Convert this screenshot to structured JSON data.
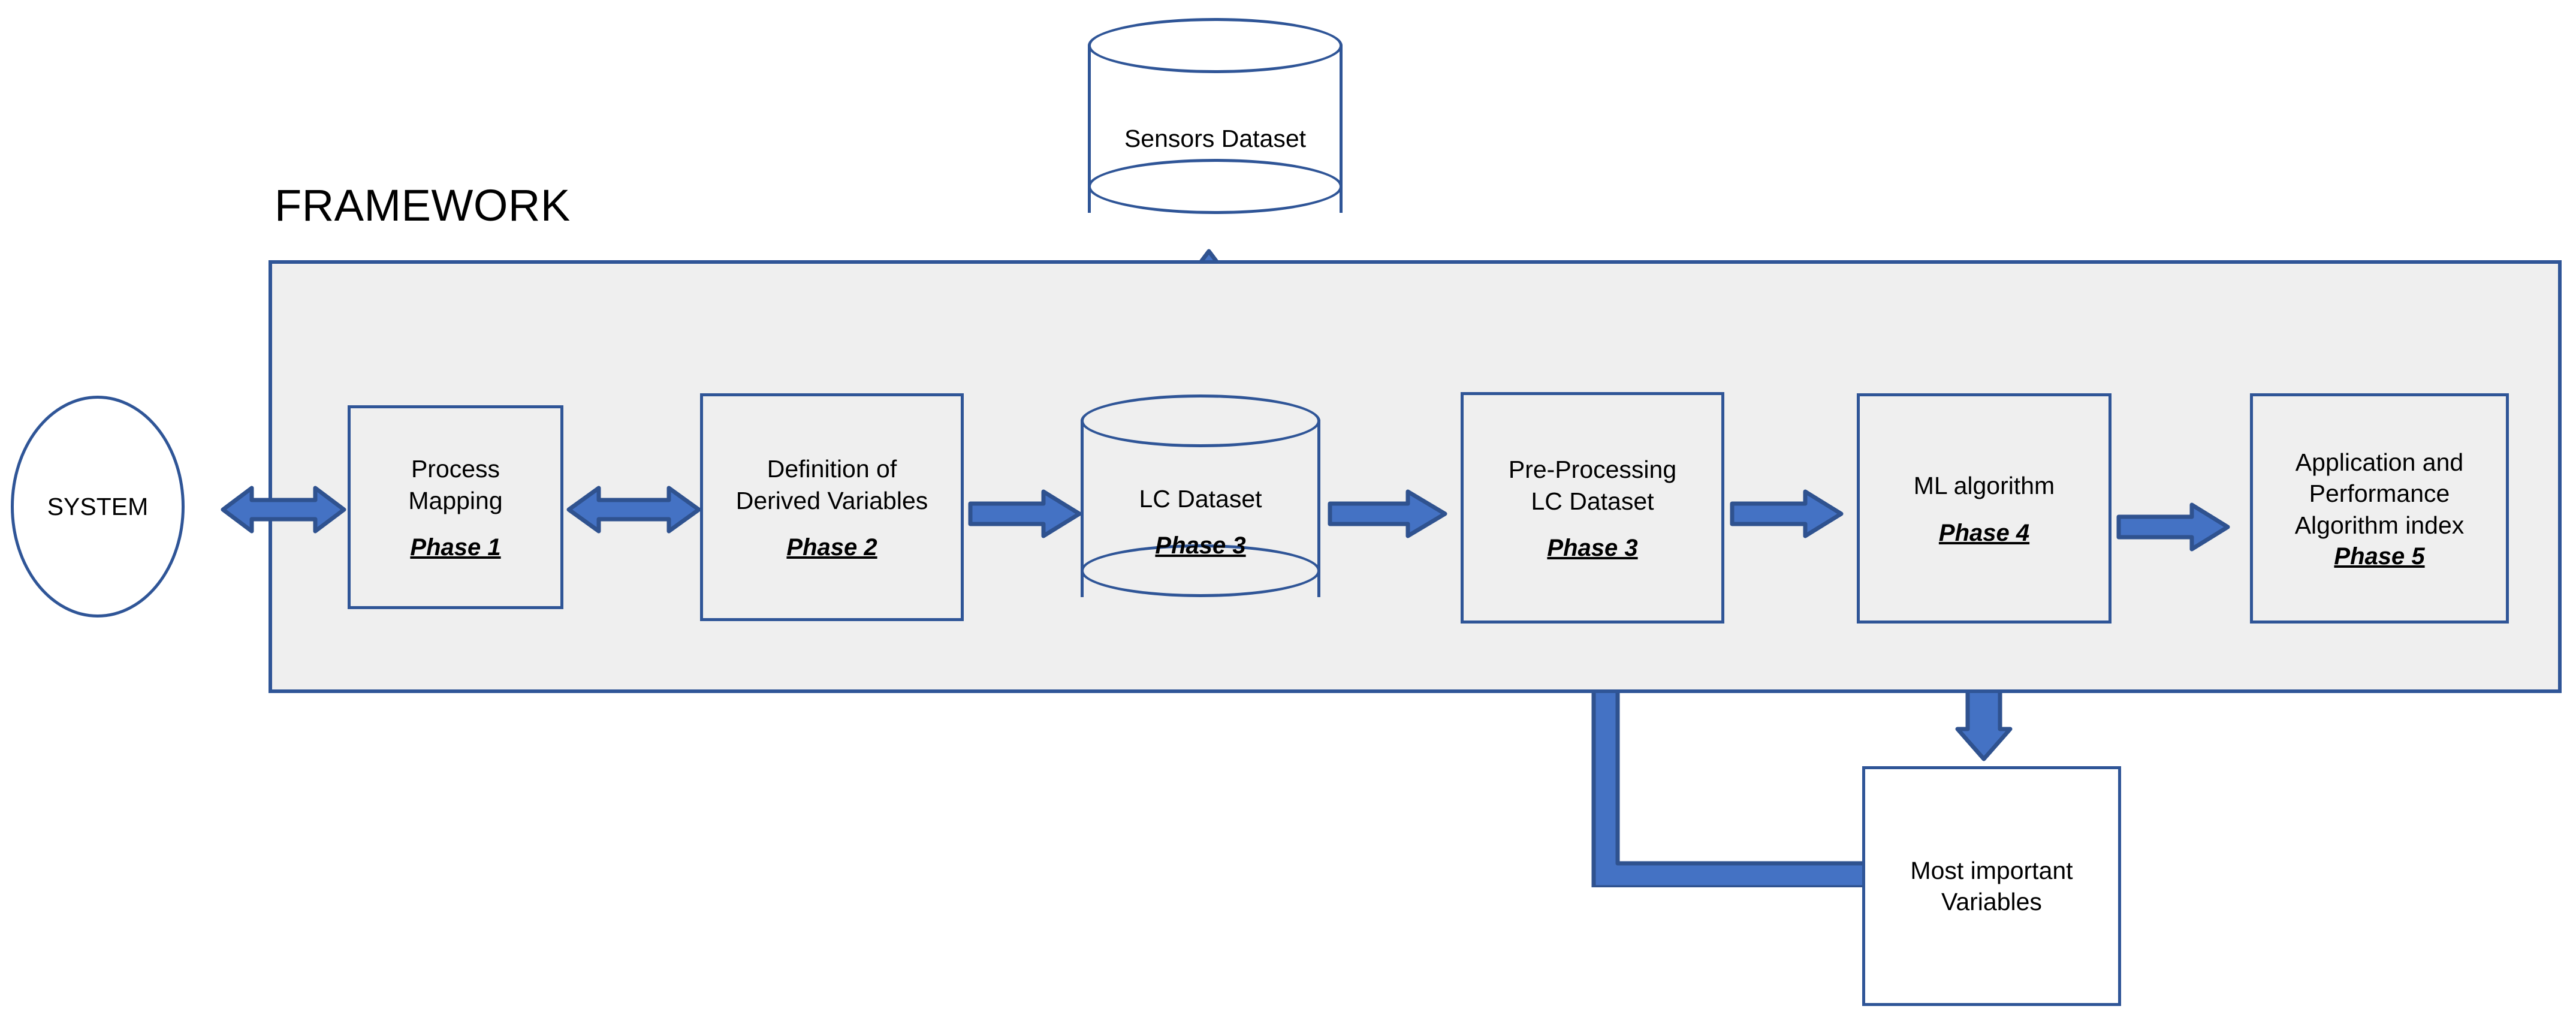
{
  "diagram": {
    "title": "FRAMEWORK",
    "colors": {
      "node_border": "#2f5597",
      "framework_fill": "#efefef",
      "arrow_fill": "#4472c4",
      "arrow_stroke": "#2f528f",
      "page_background": "#ffffff"
    }
  },
  "nodes": {
    "system": {
      "label": "SYSTEM",
      "shape": "ellipse"
    },
    "sensors_dataset": {
      "label": "Sensors Dataset",
      "shape": "cylinder",
      "phase": ""
    },
    "process_mapping": {
      "label": "Process\nMapping",
      "phase": "Phase 1",
      "shape": "rectangle"
    },
    "derived_variables": {
      "label": "Definition of\nDerived  Variables",
      "phase": "Phase 2",
      "shape": "rectangle"
    },
    "lc_dataset": {
      "label": "LC Dataset",
      "phase": "Phase 3",
      "shape": "cylinder"
    },
    "preprocessing": {
      "label": "Pre-Processing\nLC Dataset",
      "phase": "Phase 3",
      "shape": "rectangle"
    },
    "ml_algorithm": {
      "label": "ML algorithm",
      "phase": "Phase 4",
      "shape": "rectangle"
    },
    "application_performance": {
      "label": "Application and\nPerformance\nAlgorithm index",
      "phase": "Phase 5",
      "shape": "rectangle"
    },
    "most_important_variables": {
      "label": "Most important\nVariables",
      "phase": "",
      "shape": "rectangle"
    }
  },
  "connectors": [
    {
      "name": "system-to-process-mapping",
      "type": "double-arrow-horizontal"
    },
    {
      "name": "process-mapping-to-derived-variables",
      "type": "double-arrow-horizontal"
    },
    {
      "name": "derived-variables-to-lc-dataset",
      "type": "arrow-right"
    },
    {
      "name": "lc-dataset-to-preprocessing",
      "type": "arrow-right"
    },
    {
      "name": "preprocessing-to-ml-algorithm",
      "type": "arrow-right"
    },
    {
      "name": "ml-algorithm-to-application-performance",
      "type": "arrow-right"
    },
    {
      "name": "sensors-dataset-to-lc-dataset",
      "type": "double-arrow-vertical"
    },
    {
      "name": "ml-algorithm-to-most-important-variables",
      "type": "arrow-down"
    },
    {
      "name": "most-important-variables-to-preprocessing",
      "type": "elbow-arrow-up"
    }
  ]
}
